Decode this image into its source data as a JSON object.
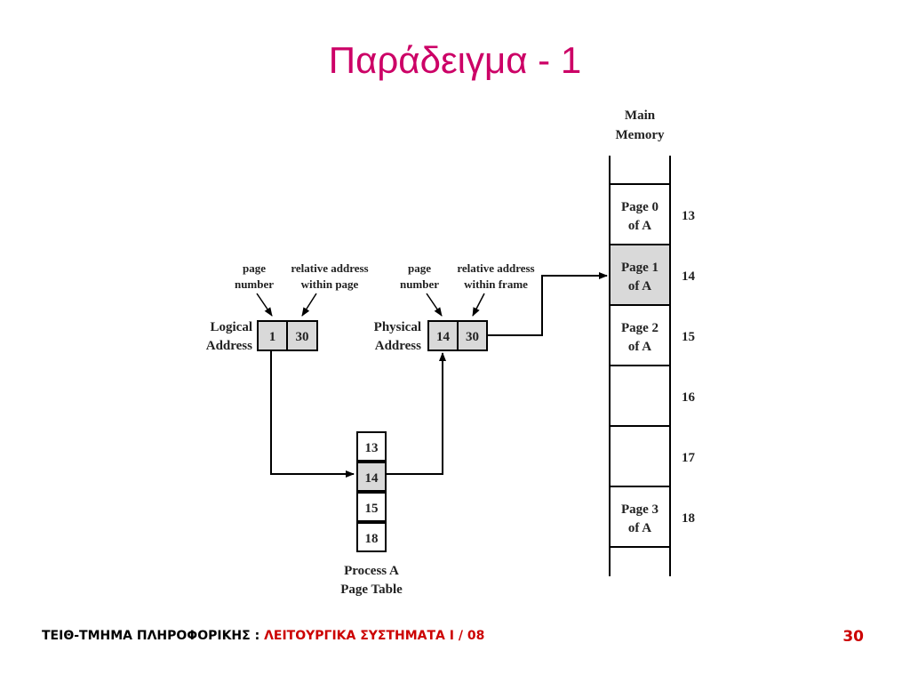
{
  "title": "Παράδειγμα - 1",
  "diagram": {
    "main_memory_label": [
      "Main",
      "Memory"
    ],
    "memory_frames": [
      {
        "lines": [
          "Page 0",
          "of A"
        ],
        "frame": "13",
        "highlighted": false
      },
      {
        "lines": [
          "Page 1",
          "of A"
        ],
        "frame": "14",
        "highlighted": true
      },
      {
        "lines": [
          "Page 2",
          "of A"
        ],
        "frame": "15",
        "highlighted": false
      },
      {
        "lines": [],
        "frame": "16",
        "highlighted": false
      },
      {
        "lines": [],
        "frame": "17",
        "highlighted": false
      },
      {
        "lines": [
          "Page 3",
          "of A"
        ],
        "frame": "18",
        "highlighted": false
      }
    ],
    "logical": {
      "label": [
        "Logical",
        "Address"
      ],
      "page_caption": [
        "page",
        "number"
      ],
      "offset_caption": [
        "relative address",
        "within page"
      ],
      "page": "1",
      "offset": "30"
    },
    "physical": {
      "label": [
        "Physical",
        "Address"
      ],
      "page_caption": [
        "page",
        "number"
      ],
      "offset_caption": [
        "relative address",
        "within frame"
      ],
      "frame": "14",
      "offset": "30"
    },
    "page_table": {
      "entries": [
        "13",
        "14",
        "15",
        "18"
      ],
      "highlighted_index": 1,
      "label": [
        "Process A",
        "Page Table"
      ]
    },
    "highlight_color": "#d9d9d9"
  },
  "footer": {
    "left": "ΤΕΙΘ-ΤΜΗΜΑ ΠΛΗΡΟΦΟΡΙΚΗΣ : ",
    "right": "ΛΕΙΤΟΥΡΓΙΚΑ ΣΥΣΤΗΜΑΤΑ Ι / 08",
    "page_number": "30"
  },
  "colors": {
    "title": "#cc0066",
    "footer_accent": "#cc0000"
  }
}
